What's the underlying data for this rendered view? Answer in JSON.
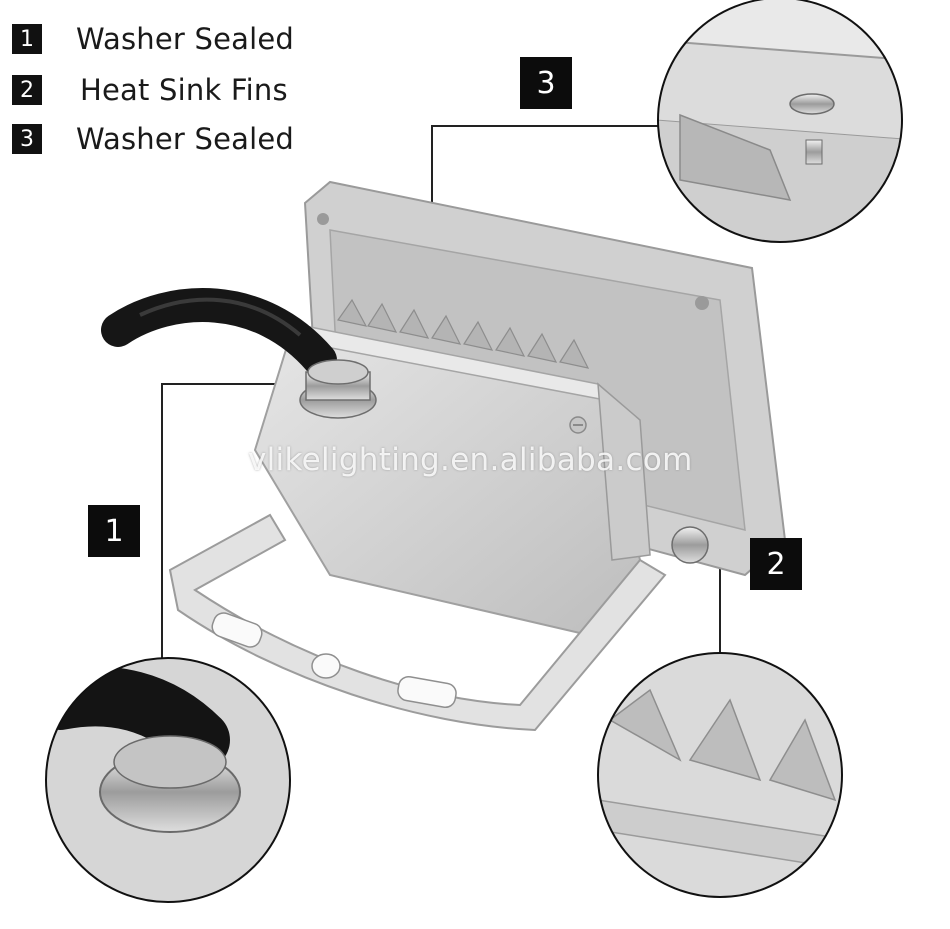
{
  "legend": [
    {
      "number": "1",
      "label": "Washer Sealed"
    },
    {
      "number": "2",
      "label": "Heat Sink Fins"
    },
    {
      "number": "3",
      "label": "Washer Sealed"
    }
  ],
  "callouts": {
    "one": "1",
    "two": "2",
    "three": "3"
  },
  "watermark": "vlikelighting.en.alibaba.com",
  "colors": {
    "housing": "#d4d4d4",
    "housing_dark": "#a9a9a9",
    "cable": "#161616",
    "callout_bg": "#0c0c0c"
  }
}
